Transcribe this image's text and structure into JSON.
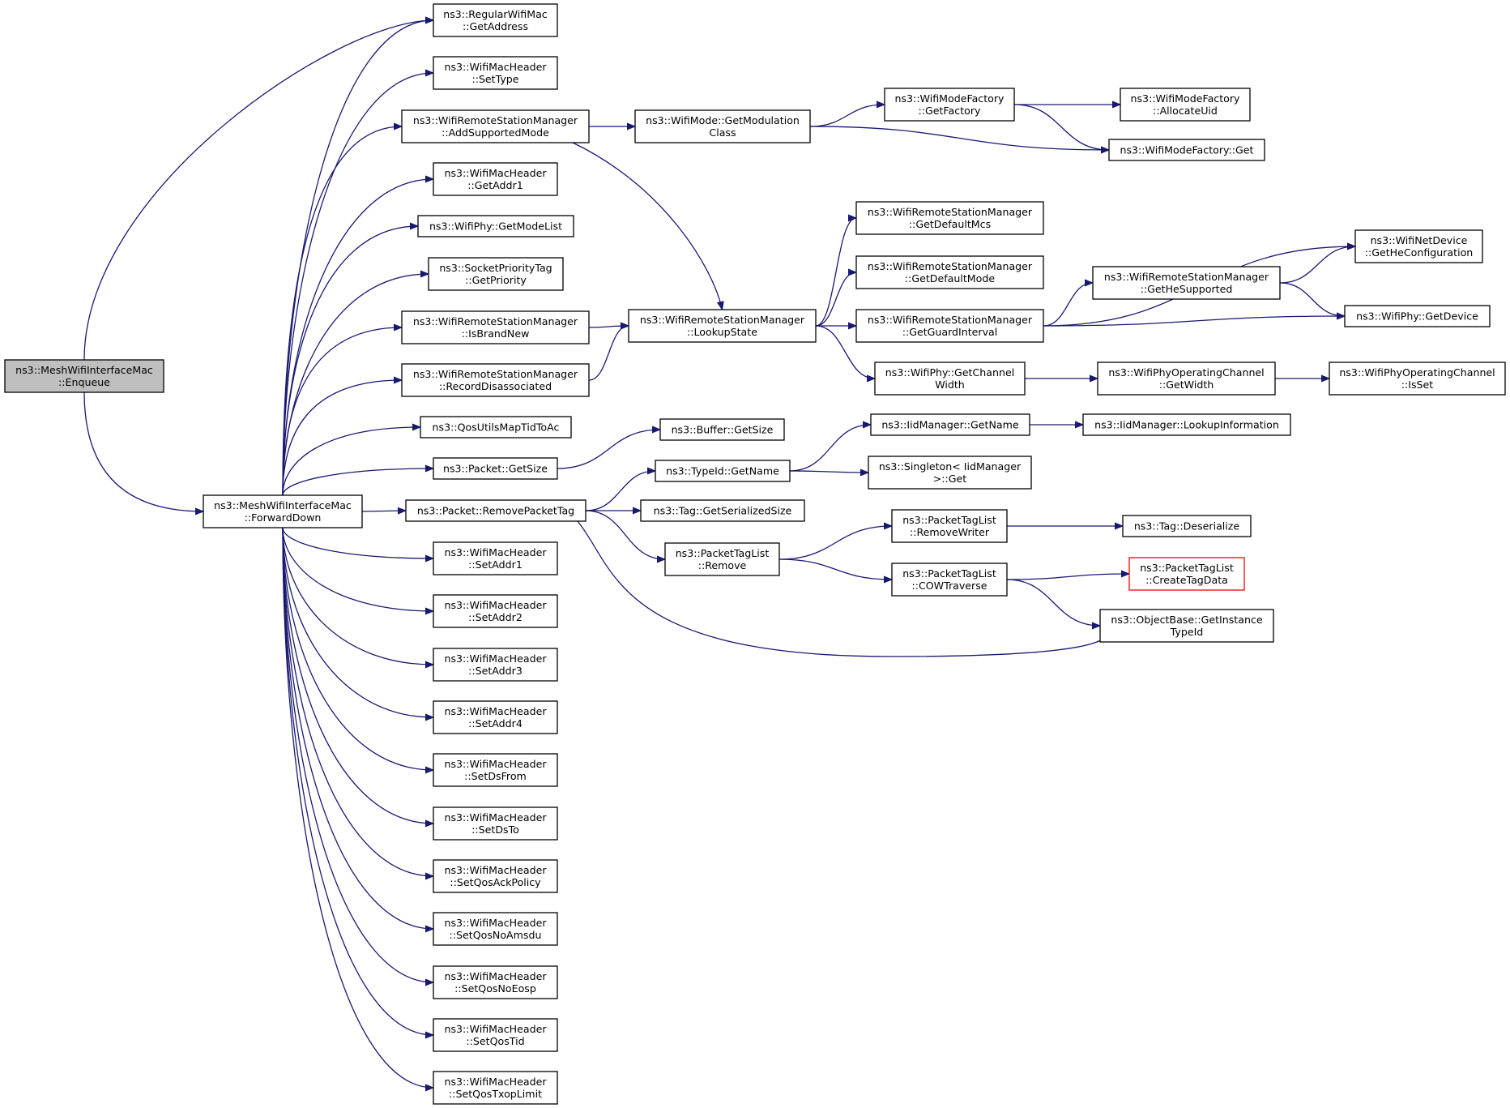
{
  "diagram": {
    "nodes": [
      {
        "id": "enqueue",
        "lines": [
          "ns3::MeshWifiInterfaceMac",
          "::Enqueue"
        ],
        "style": "root"
      },
      {
        "id": "forwarddown",
        "lines": [
          "ns3::MeshWifiInterfaceMac",
          "::ForwardDown"
        ]
      },
      {
        "id": "getaddress",
        "lines": [
          "ns3::RegularWifiMac",
          "::GetAddress"
        ]
      },
      {
        "id": "settype",
        "lines": [
          "ns3::WifiMacHeader",
          "::SetType"
        ]
      },
      {
        "id": "addsupportedmode",
        "lines": [
          "ns3::WifiRemoteStationManager",
          "::AddSupportedMode"
        ]
      },
      {
        "id": "getaddr1",
        "lines": [
          "ns3::WifiMacHeader",
          "::GetAddr1"
        ]
      },
      {
        "id": "getmodelist",
        "lines": [
          "ns3::WifiPhy::GetModeList"
        ]
      },
      {
        "id": "getpriority",
        "lines": [
          "ns3::SocketPriorityTag",
          "::GetPriority"
        ]
      },
      {
        "id": "isbrandnew",
        "lines": [
          "ns3::WifiRemoteStationManager",
          "::IsBrandNew"
        ]
      },
      {
        "id": "recorddisassociated",
        "lines": [
          "ns3::WifiRemoteStationManager",
          "::RecordDisassociated"
        ]
      },
      {
        "id": "qosutilsmaptidtoac",
        "lines": [
          "ns3::QosUtilsMapTidToAc"
        ]
      },
      {
        "id": "packetgetsize",
        "lines": [
          "ns3::Packet::GetSize"
        ]
      },
      {
        "id": "removepackettag",
        "lines": [
          "ns3::Packet::RemovePacketTag"
        ]
      },
      {
        "id": "setaddr1",
        "lines": [
          "ns3::WifiMacHeader",
          "::SetAddr1"
        ]
      },
      {
        "id": "setaddr2",
        "lines": [
          "ns3::WifiMacHeader",
          "::SetAddr2"
        ]
      },
      {
        "id": "setaddr3",
        "lines": [
          "ns3::WifiMacHeader",
          "::SetAddr3"
        ]
      },
      {
        "id": "setaddr4",
        "lines": [
          "ns3::WifiMacHeader",
          "::SetAddr4"
        ]
      },
      {
        "id": "setdsfrom",
        "lines": [
          "ns3::WifiMacHeader",
          "::SetDsFrom"
        ]
      },
      {
        "id": "setdsto",
        "lines": [
          "ns3::WifiMacHeader",
          "::SetDsTo"
        ]
      },
      {
        "id": "setqosackpolicy",
        "lines": [
          "ns3::WifiMacHeader",
          "::SetQosAckPolicy"
        ]
      },
      {
        "id": "setqosnoamsdu",
        "lines": [
          "ns3::WifiMacHeader",
          "::SetQosNoAmsdu"
        ]
      },
      {
        "id": "setqosnoeosp",
        "lines": [
          "ns3::WifiMacHeader",
          "::SetQosNoEosp"
        ]
      },
      {
        "id": "setqostid",
        "lines": [
          "ns3::WifiMacHeader",
          "::SetQosTid"
        ]
      },
      {
        "id": "setqostxoplimit",
        "lines": [
          "ns3::WifiMacHeader",
          "::SetQosTxopLimit"
        ]
      },
      {
        "id": "getmodulationclass",
        "lines": [
          "ns3::WifiMode::GetModulation",
          "Class"
        ]
      },
      {
        "id": "lookupstate",
        "lines": [
          "ns3::WifiRemoteStationManager",
          "::LookupState"
        ]
      },
      {
        "id": "buffergetsize",
        "lines": [
          "ns3::Buffer::GetSize"
        ]
      },
      {
        "id": "typeidgetname",
        "lines": [
          "ns3::TypeId::GetName"
        ]
      },
      {
        "id": "getserializedsize",
        "lines": [
          "ns3::Tag::GetSerializedSize"
        ]
      },
      {
        "id": "ptlremove",
        "lines": [
          "ns3::PacketTagList",
          "::Remove"
        ]
      },
      {
        "id": "getfactory",
        "lines": [
          "ns3::WifiModeFactory",
          "::GetFactory"
        ]
      },
      {
        "id": "getdefaultmcs",
        "lines": [
          "ns3::WifiRemoteStationManager",
          "::GetDefaultMcs"
        ]
      },
      {
        "id": "getdefaultmode",
        "lines": [
          "ns3::WifiRemoteStationManager",
          "::GetDefaultMode"
        ]
      },
      {
        "id": "getguardinterval",
        "lines": [
          "ns3::WifiRemoteStationManager",
          "::GetGuardInterval"
        ]
      },
      {
        "id": "getchannelwidth",
        "lines": [
          "ns3::WifiPhy::GetChannel",
          "Width"
        ]
      },
      {
        "id": "iidgetname",
        "lines": [
          "ns3::IidManager::GetName"
        ]
      },
      {
        "id": "singletonget",
        "lines": [
          "ns3::Singleton< IidManager",
          ">::Get"
        ]
      },
      {
        "id": "removewriter",
        "lines": [
          "ns3::PacketTagList",
          "::RemoveWriter"
        ]
      },
      {
        "id": "cowtraverse",
        "lines": [
          "ns3::PacketTagList",
          "::COWTraverse"
        ]
      },
      {
        "id": "allocateuid",
        "lines": [
          "ns3::WifiModeFactory",
          "::AllocateUid"
        ]
      },
      {
        "id": "factoryget",
        "lines": [
          "ns3::WifiModeFactory::Get"
        ]
      },
      {
        "id": "gethesupported",
        "lines": [
          "ns3::WifiRemoteStationManager",
          "::GetHeSupported"
        ]
      },
      {
        "id": "opchgetwidth",
        "lines": [
          "ns3::WifiPhyOperatingChannel",
          "::GetWidth"
        ]
      },
      {
        "id": "lookupinformation",
        "lines": [
          "ns3::IidManager::LookupInformation"
        ]
      },
      {
        "id": "deserialize",
        "lines": [
          "ns3::Tag::Deserialize"
        ]
      },
      {
        "id": "createtagdata",
        "lines": [
          "ns3::PacketTagList",
          "::CreateTagData"
        ],
        "style": "red"
      },
      {
        "id": "getinstancetypeid",
        "lines": [
          "ns3::ObjectBase::GetInstance",
          "TypeId"
        ]
      },
      {
        "id": "getheconfiguration",
        "lines": [
          "ns3::WifiNetDevice",
          "::GetHeConfiguration"
        ]
      },
      {
        "id": "getdevice",
        "lines": [
          "ns3::WifiPhy::GetDevice"
        ]
      },
      {
        "id": "isset",
        "lines": [
          "ns3::WifiPhyOperatingChannel",
          "::IsSet"
        ]
      }
    ],
    "edges": [
      [
        "enqueue",
        "getaddress"
      ],
      [
        "enqueue",
        "forwarddown"
      ],
      [
        "forwarddown",
        "getaddress"
      ],
      [
        "forwarddown",
        "settype"
      ],
      [
        "forwarddown",
        "addsupportedmode"
      ],
      [
        "forwarddown",
        "getaddr1"
      ],
      [
        "forwarddown",
        "getmodelist"
      ],
      [
        "forwarddown",
        "getpriority"
      ],
      [
        "forwarddown",
        "isbrandnew"
      ],
      [
        "forwarddown",
        "recorddisassociated"
      ],
      [
        "forwarddown",
        "qosutilsmaptidtoac"
      ],
      [
        "forwarddown",
        "packetgetsize"
      ],
      [
        "forwarddown",
        "removepackettag"
      ],
      [
        "forwarddown",
        "setaddr1"
      ],
      [
        "forwarddown",
        "setaddr2"
      ],
      [
        "forwarddown",
        "setaddr3"
      ],
      [
        "forwarddown",
        "setaddr4"
      ],
      [
        "forwarddown",
        "setdsfrom"
      ],
      [
        "forwarddown",
        "setdsto"
      ],
      [
        "forwarddown",
        "setqosackpolicy"
      ],
      [
        "forwarddown",
        "setqosnoamsdu"
      ],
      [
        "forwarddown",
        "setqosnoeosp"
      ],
      [
        "forwarddown",
        "setqostid"
      ],
      [
        "forwarddown",
        "setqostxoplimit"
      ],
      [
        "addsupportedmode",
        "getmodulationclass"
      ],
      [
        "addsupportedmode",
        "lookupstate"
      ],
      [
        "isbrandnew",
        "lookupstate"
      ],
      [
        "recorddisassociated",
        "lookupstate"
      ],
      [
        "packetgetsize",
        "buffergetsize"
      ],
      [
        "removepackettag",
        "typeidgetname"
      ],
      [
        "removepackettag",
        "getserializedsize"
      ],
      [
        "removepackettag",
        "ptlremove"
      ],
      [
        "removepackettag",
        "getinstancetypeid"
      ],
      [
        "getmodulationclass",
        "getfactory"
      ],
      [
        "getmodulationclass",
        "factoryget"
      ],
      [
        "getfactory",
        "allocateuid"
      ],
      [
        "getfactory",
        "factoryget"
      ],
      [
        "lookupstate",
        "getdefaultmcs"
      ],
      [
        "lookupstate",
        "getdefaultmode"
      ],
      [
        "lookupstate",
        "getguardinterval"
      ],
      [
        "lookupstate",
        "getchannelwidth"
      ],
      [
        "getguardinterval",
        "getheconfiguration"
      ],
      [
        "getguardinterval",
        "gethesupported"
      ],
      [
        "getguardinterval",
        "getdevice"
      ],
      [
        "gethesupported",
        "getheconfiguration"
      ],
      [
        "gethesupported",
        "getdevice"
      ],
      [
        "getchannelwidth",
        "opchgetwidth"
      ],
      [
        "opchgetwidth",
        "isset"
      ],
      [
        "typeidgetname",
        "iidgetname"
      ],
      [
        "typeidgetname",
        "singletonget"
      ],
      [
        "iidgetname",
        "lookupinformation"
      ],
      [
        "ptlremove",
        "removewriter"
      ],
      [
        "ptlremove",
        "cowtraverse"
      ],
      [
        "removewriter",
        "deserialize"
      ],
      [
        "cowtraverse",
        "createtagdata"
      ],
      [
        "cowtraverse",
        "getinstancetypeid"
      ]
    ]
  }
}
